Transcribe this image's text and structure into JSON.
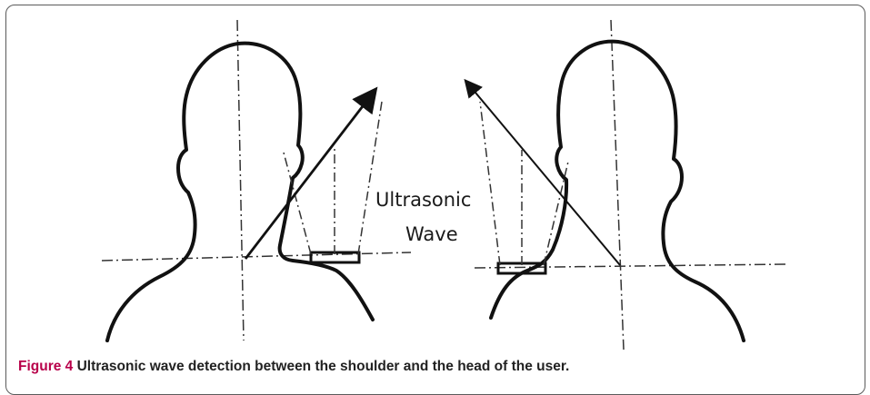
{
  "diagram": {
    "label_line1": "Ultrasonic",
    "label_line2": "Wave"
  },
  "caption": {
    "number": "Figure 4",
    "text": "Ultrasonic wave detection between the shoulder and the head of the user."
  }
}
